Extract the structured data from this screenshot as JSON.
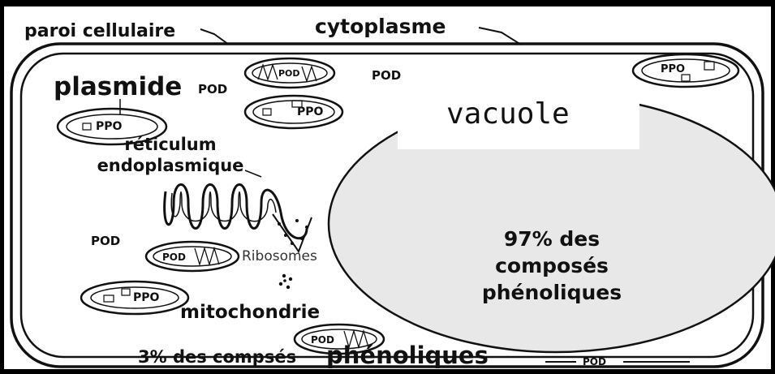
{
  "labels": {
    "paroi": "paroi cellulaire",
    "cytoplasme": "cytoplasme",
    "plasmide": "plasmide",
    "reticulum": "réticulum endoplasmique",
    "vacuole": "vacuole",
    "vacuole_pct": "97% des composés phénoliques",
    "ribosomes": "Ribosomes",
    "mitochondrie": "mitochondrie",
    "bottom_pct": "3% des compsés",
    "bottom_phen": "phénoliques"
  },
  "enzymes": {
    "pod": "POD",
    "ppo": "PPO"
  },
  "colors": {
    "vacuole_fill": "#e8e8e8",
    "ink": "#111111"
  }
}
